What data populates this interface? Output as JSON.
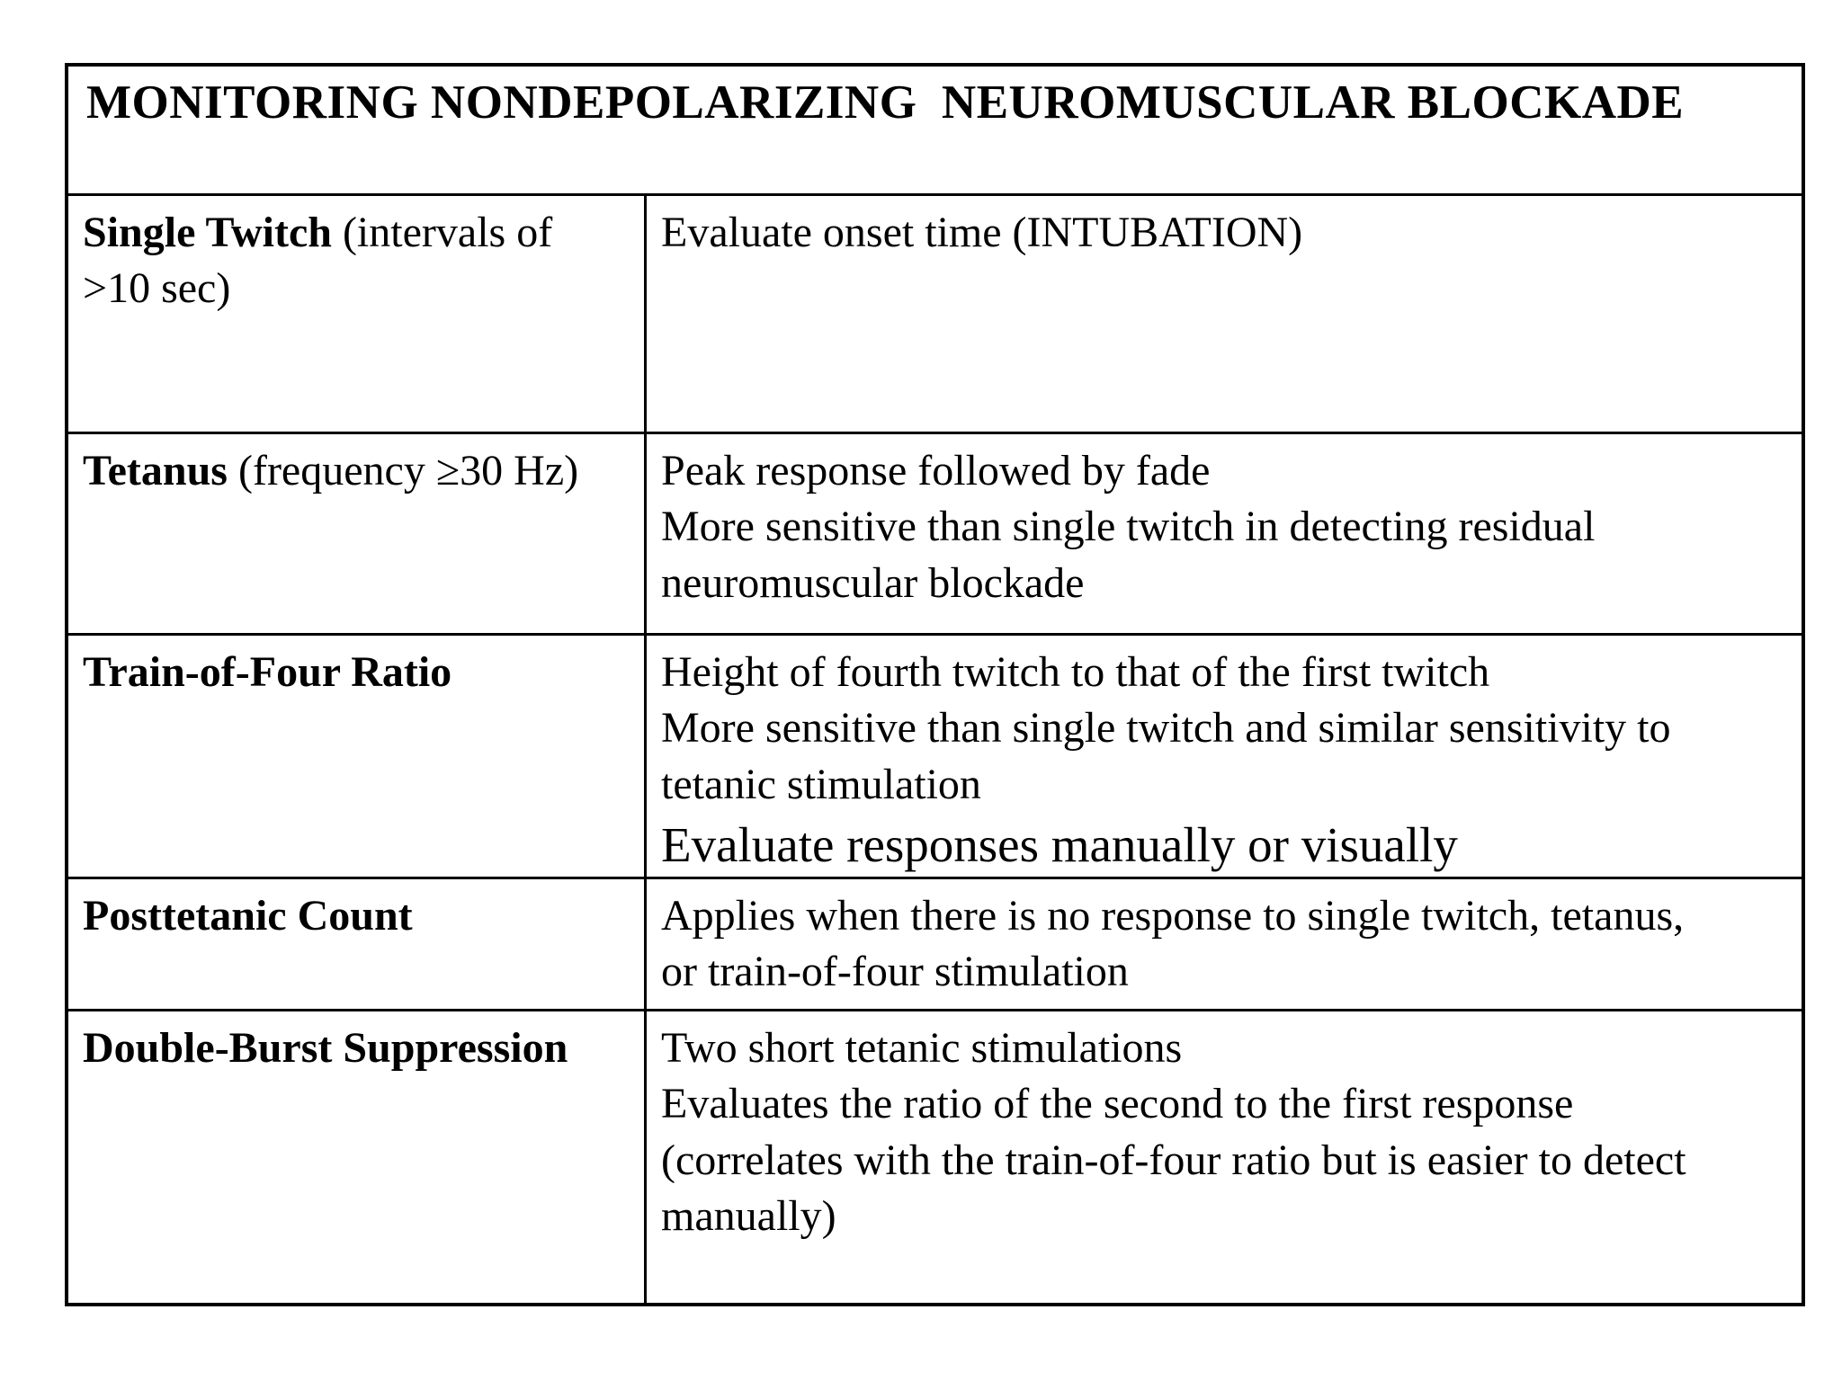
{
  "table": {
    "title": "MONITORING NONDEPOLARIZING  NEUROMUSCULAR BLOCKADE",
    "colors": {
      "text": "#000000",
      "border": "#000000",
      "background": "#ffffff"
    },
    "rows": [
      {
        "method": "Single Twitch",
        "qualifier": " (intervals of >10 sec)",
        "lines": [
          "Evaluate onset time (INTUBATION)"
        ]
      },
      {
        "method": "Tetanus",
        "qualifier": " (frequency ≥30 Hz)",
        "lines": [
          "Peak response followed by fade",
          "More sensitive than single twitch in detecting residual neuromuscular blockade"
        ]
      },
      {
        "method": "Train-of-Four Ratio",
        "qualifier": "",
        "lines": [
          "Height of fourth twitch to that of the first twitch",
          "More sensitive than single twitch and similar sensitivity to tetanic stimulation",
          "Evaluate responses manually or visually"
        ]
      },
      {
        "method": "Posttetanic Count",
        "qualifier": "",
        "lines": [
          "Applies when there is no response to single twitch, tetanus, or train-of-four stimulation"
        ]
      },
      {
        "method": "Double-Burst Suppression",
        "qualifier": "",
        "lines": [
          "Two short tetanic stimulations",
          "Evaluates the ratio of the second to the first response (correlates with the train-of-four ratio but is easier to detect manually)"
        ]
      }
    ]
  }
}
